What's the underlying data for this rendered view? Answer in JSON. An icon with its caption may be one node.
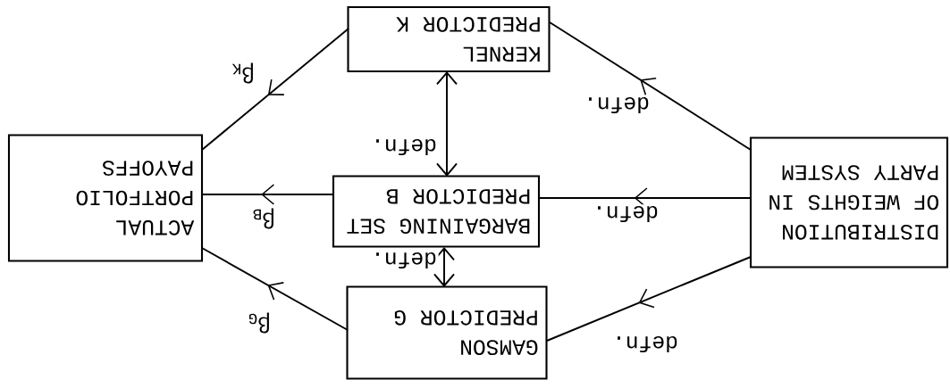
{
  "diagram": {
    "nodes": [
      {
        "text": [
          "DISTRIBUTION OF WEIGHTS IN PARTY SYSTEM"
        ]
      },
      {
        "text": [
          "KERNEL PREDICTOR K"
        ]
      },
      {
        "text": [
          "BARGAINING SET PREDICTOR B"
        ]
      },
      {
        "text": [
          "GAMSON PREDICTOR G"
        ]
      },
      {
        "text": [
          "ACTUAL PORTFOLIO PAYOFFS"
        ]
      }
    ],
    "edges": [
      {
        "from": 0,
        "to": 1,
        "arrow": "to",
        "label": "defn."
      },
      {
        "from": 0,
        "to": 2,
        "arrow": "to",
        "label": "defn."
      },
      {
        "from": 0,
        "to": 3,
        "arrow": "to",
        "label": "defn."
      },
      {
        "from": 1,
        "to": 4,
        "arrow": "to",
        "label": "β$_{K}$"
      },
      {
        "from": 2,
        "to": 4,
        "arrow": "to",
        "label": "β$_{B}$"
      },
      {
        "from": 3,
        "to": 4,
        "arrow": "to",
        "label": "β$_{G}$"
      },
      {
        "from": 1,
        "to": 2,
        "arrow": "both",
        "label": "defn."
      },
      {
        "from": 2,
        "to": 3,
        "arrow": "both",
        "label": "defn."
      }
    ]
  }
}
